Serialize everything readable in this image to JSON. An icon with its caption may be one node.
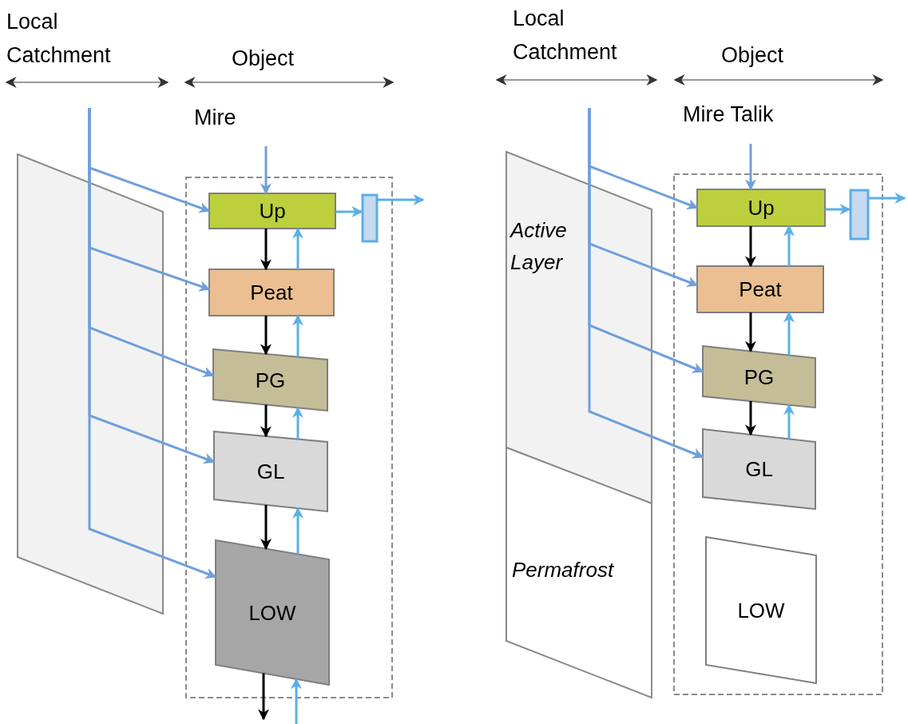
{
  "diagram": {
    "nodes": [
      {
        "text": [
          "Mire"
        ]
      },
      {
        "text": [
          "Up"
        ],
        "in": 0
      },
      {
        "text": [
          "Peat"
        ],
        "in": 0
      },
      {
        "text": [
          "PG"
        ],
        "in": 0
      },
      {
        "text": [
          "GL"
        ],
        "in": 0
      },
      {
        "text": [
          "LOW"
        ],
        "in": 0
      },
      {
        "text": [],
        "shape": "box",
        "in": 0
      },
      {
        "text": [],
        "shape": "parallelogram"
      },
      {
        "text": [
          "Mire Talik"
        ]
      },
      {
        "text": [
          "Up"
        ],
        "in": 8
      },
      {
        "text": [
          "Peat"
        ],
        "in": 8
      },
      {
        "text": [
          "PG"
        ],
        "in": 8
      },
      {
        "text": [
          "GL"
        ],
        "in": 8
      },
      {
        "text": [
          "LOW"
        ],
        "in": 8
      },
      {
        "text": [],
        "shape": "box",
        "in": 8
      },
      {
        "text": [
          "Active Layer"
        ]
      },
      {
        "text": [
          "Permafrost"
        ]
      }
    ],
    "edges": [
      {
        "from": null,
        "to": 1,
        "arrow": "to"
      },
      {
        "from": null,
        "to": 1,
        "arrow": "to"
      },
      {
        "from": null,
        "to": 2,
        "arrow": "to"
      },
      {
        "from": null,
        "to": 3,
        "arrow": "to"
      },
      {
        "from": null,
        "to": 4,
        "arrow": "to"
      },
      {
        "from": null,
        "to": 5,
        "arrow": "to"
      },
      {
        "from": 1,
        "to": 2,
        "arrow": "to",
        "color": "#000000"
      },
      {
        "from": 2,
        "to": 1,
        "arrow": "to",
        "color": "#5aafe6"
      },
      {
        "from": 2,
        "to": 3,
        "arrow": "to",
        "color": "#000000"
      },
      {
        "from": 3,
        "to": 2,
        "arrow": "to",
        "color": "#5aafe6"
      },
      {
        "from": 3,
        "to": 4,
        "arrow": "to",
        "color": "#000000"
      },
      {
        "from": 4,
        "to": 3,
        "arrow": "to",
        "color": "#5aafe6"
      },
      {
        "from": 4,
        "to": 5,
        "arrow": "to",
        "color": "#000000"
      },
      {
        "from": 5,
        "to": 4,
        "arrow": "to",
        "color": "#5aafe6"
      },
      {
        "from": 5,
        "to": null,
        "arrow": "to",
        "color": "#000000"
      },
      {
        "from": null,
        "to": 5,
        "arrow": "to",
        "color": "#5aafe6"
      },
      {
        "from": 1,
        "to": 6,
        "arrow": "to",
        "color": "#5aafe6"
      },
      {
        "from": 6,
        "to": null,
        "arrow": "to",
        "color": "#5aafe6"
      },
      {
        "from": null,
        "to": 9,
        "arrow": "to"
      },
      {
        "from": null,
        "to": 9,
        "arrow": "to"
      },
      {
        "from": null,
        "to": 10,
        "arrow": "to"
      },
      {
        "from": null,
        "to": 11,
        "arrow": "to"
      },
      {
        "from": null,
        "to": 12,
        "arrow": "to"
      },
      {
        "from": 9,
        "to": 10,
        "arrow": "to",
        "color": "#000000"
      },
      {
        "from": 10,
        "to": 9,
        "arrow": "to",
        "color": "#5aafe6"
      },
      {
        "from": 10,
        "to": 11,
        "arrow": "to",
        "color": "#000000"
      },
      {
        "from": 11,
        "to": 10,
        "arrow": "to",
        "color": "#5aafe6"
      },
      {
        "from": 11,
        "to": 12,
        "arrow": "to",
        "color": "#000000"
      },
      {
        "from": 12,
        "to": 11,
        "arrow": "to",
        "color": "#5aafe6"
      },
      {
        "from": 9,
        "to": 14,
        "arrow": "to",
        "color": "#5aafe6"
      },
      {
        "from": 14,
        "to": null,
        "arrow": "to",
        "color": "#5aafe6"
      }
    ],
    "labels": [
      "Local Catchment",
      "Object",
      "Local Catchment",
      "Object"
    ]
  }
}
